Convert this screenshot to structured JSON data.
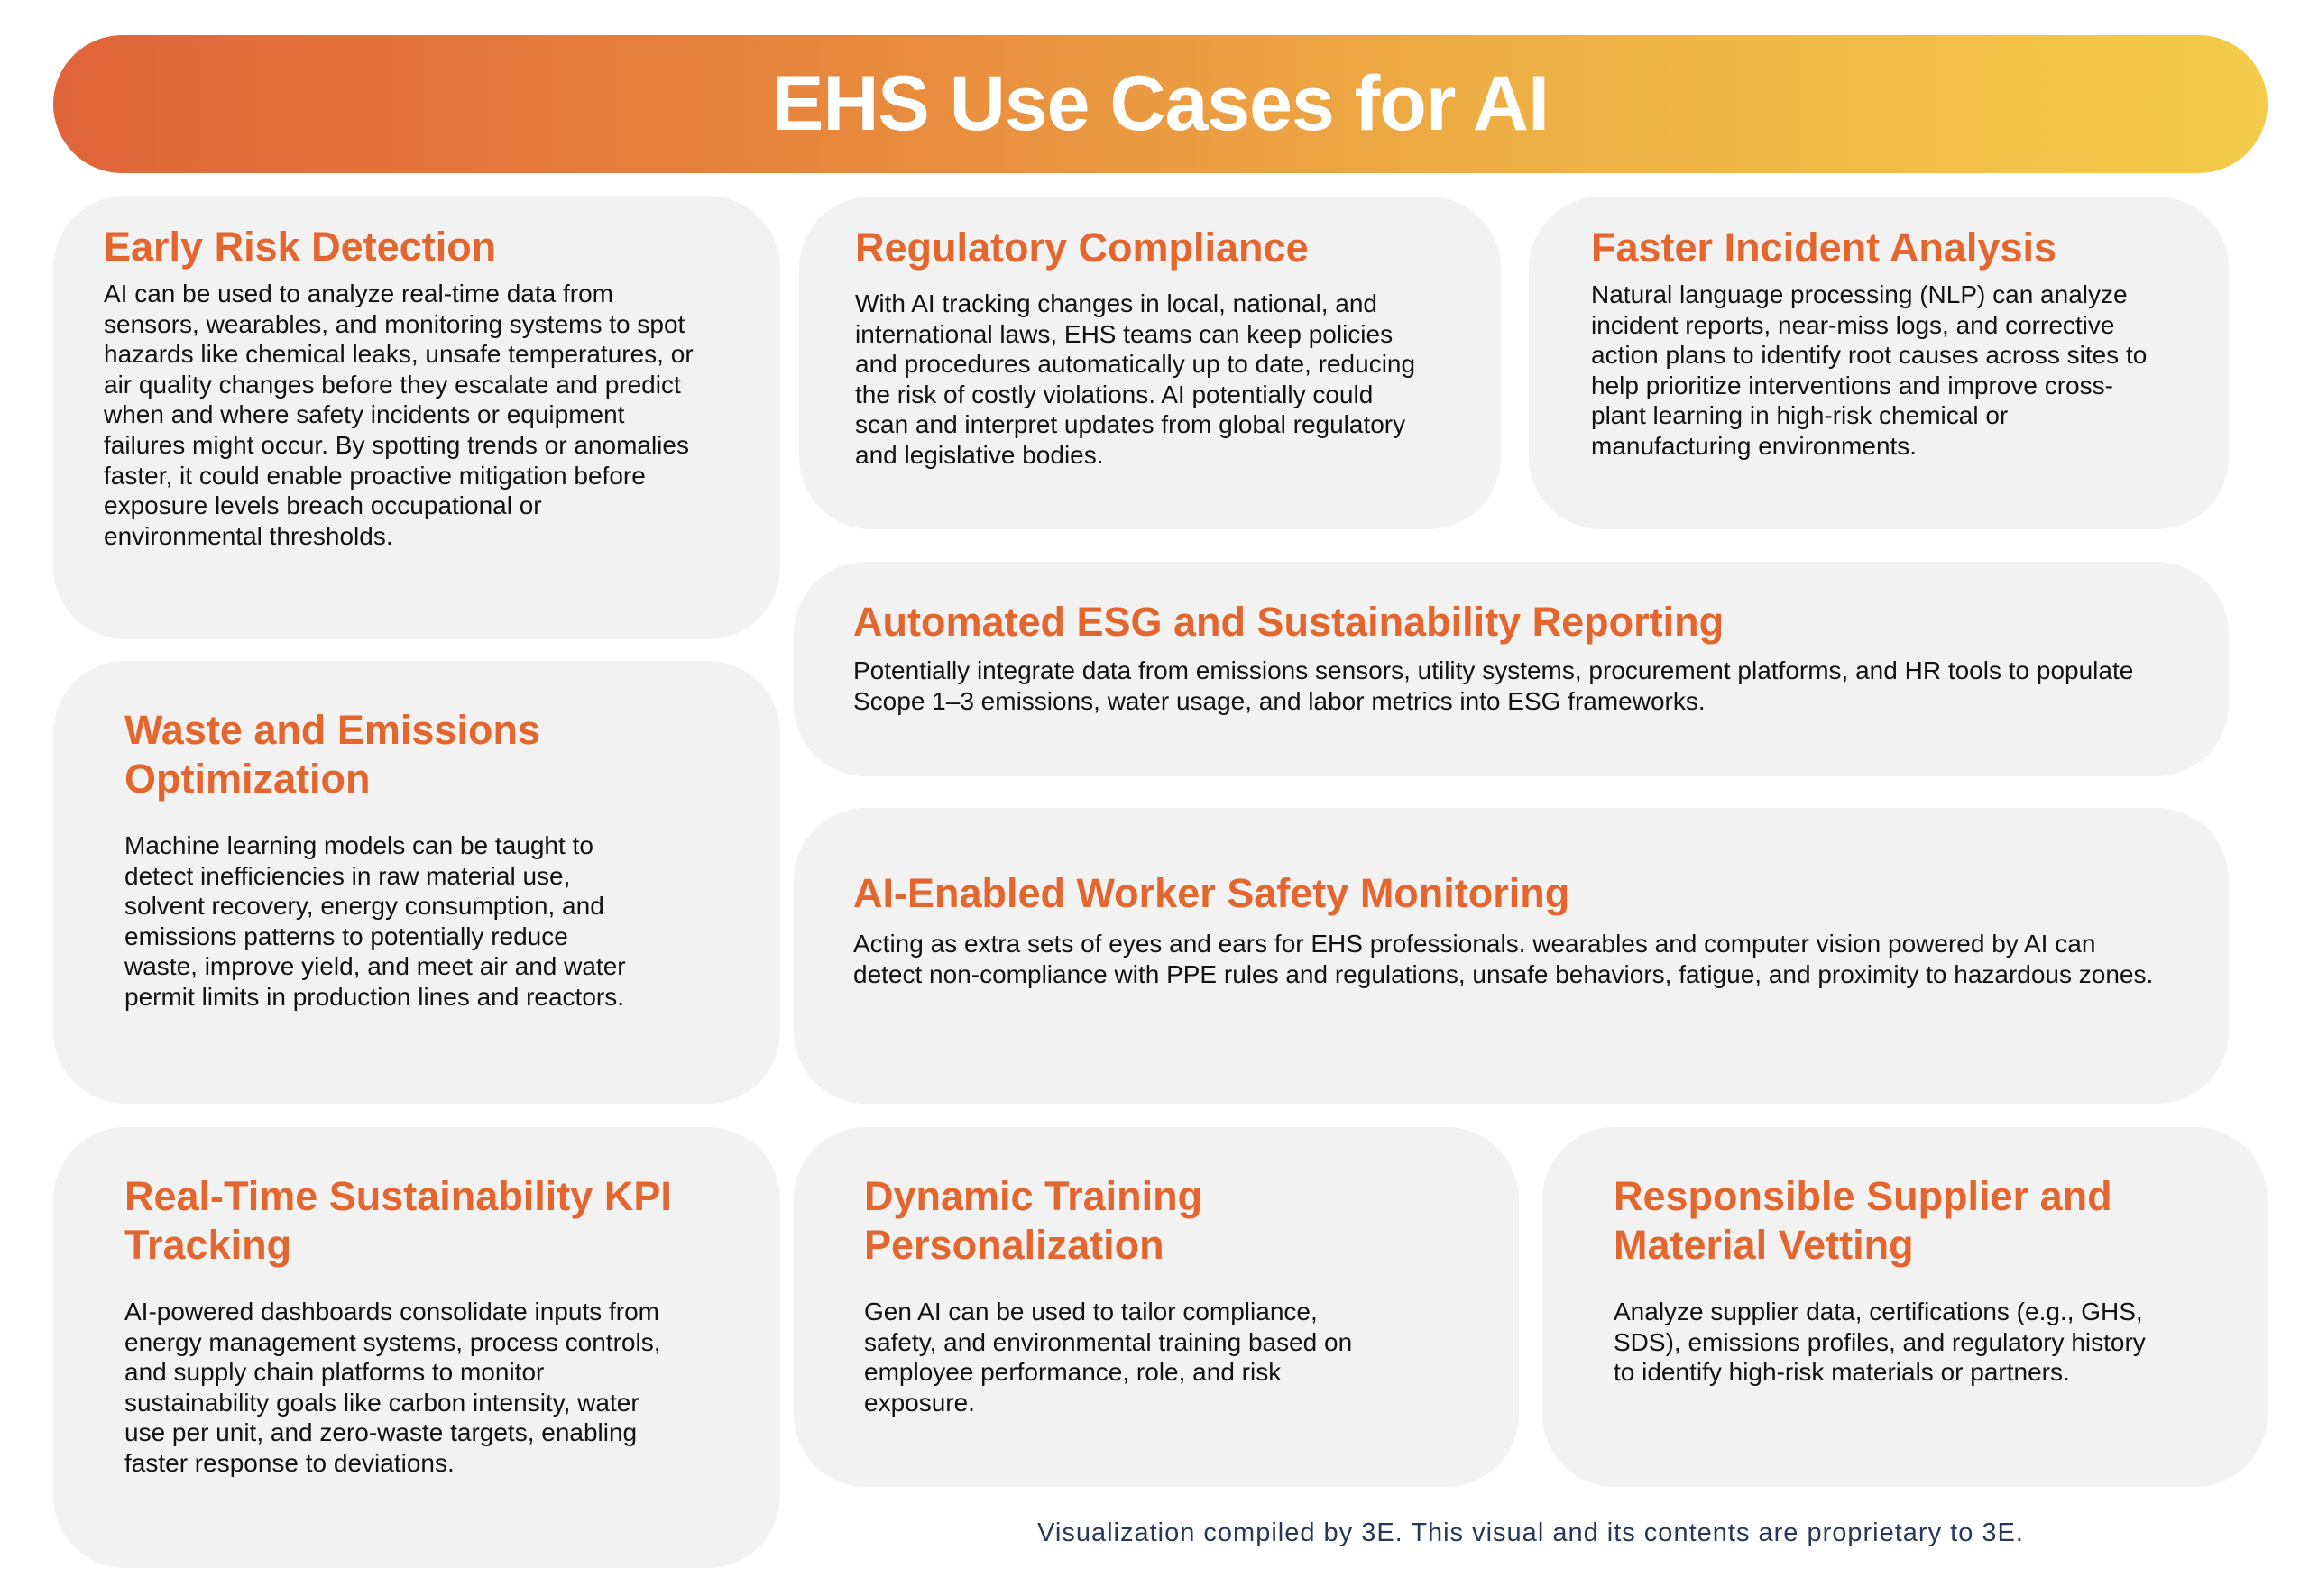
{
  "header": {
    "title": "EHS Use Cases for AI"
  },
  "cards": [
    {
      "title": "Early Risk Detection",
      "body": "AI can be used to analyze real-time data from sensors, wearables, and monitoring systems to spot hazards like chemical leaks, unsafe temperatures, or air quality changes before they escalate and predict when and where safety incidents or equipment failures might occur. By spotting trends or anomalies faster, it could enable proactive mitigation before exposure levels breach occupational or environmental thresholds."
    },
    {
      "title": "Regulatory Compliance",
      "body": "With AI tracking changes in local, national, and international laws, EHS teams can keep policies and procedures automatically up to date, reducing the risk of costly violations. AI potentially could scan and interpret updates from global regulatory and legislative bodies."
    },
    {
      "title": "Faster Incident Analysis",
      "body": "Natural language processing (NLP) can analyze incident reports, near-miss logs, and corrective action plans to identify root causes across sites to help prioritize interventions and improve cross-plant learning in high-risk chemical or manufacturing environments."
    },
    {
      "title": "Automated ESG and Sustainability Reporting",
      "body": "Potentially integrate data from emissions sensors, utility systems, procurement platforms, and HR tools to populate Scope 1–3 emissions, water usage, and labor metrics into ESG frameworks."
    },
    {
      "title": "Waste and Emissions Optimization",
      "body": "Machine learning models can be taught to detect inefficiencies in raw material use, solvent recovery, energy consumption, and emissions patterns to potentially reduce waste, improve yield, and meet air and water permit limits in production lines and reactors."
    },
    {
      "title": "AI-Enabled Worker Safety Monitoring",
      "body": "Acting as extra sets of eyes and ears for EHS professionals. wearables and computer vision powered by AI can detect non-compliance with PPE rules and regulations, unsafe behaviors, fatigue, and proximity to hazardous zones."
    },
    {
      "title": "Real-Time Sustainability KPI Tracking",
      "body": "AI-powered dashboards consolidate inputs from energy management systems, process controls, and supply chain platforms to monitor sustainability goals like carbon intensity, water use per unit, and zero-waste targets, enabling faster response to deviations."
    },
    {
      "title": "Dynamic Training Personalization",
      "body": "Gen AI can be used to tailor compliance, safety, and environmental training based on employee performance, role, and risk exposure."
    },
    {
      "title": "Responsible Supplier and Material Vetting",
      "body": "Analyze supplier data, certifications (e.g., GHS, SDS), emissions profiles, and regulatory history to identify high-risk materials or partners."
    }
  ],
  "footer": {
    "text": "Visualization compiled by 3E. This visual and its contents are proprietary to 3E."
  },
  "colors": {
    "heading": "#e4662f",
    "card_bg": "#f2f2f2",
    "gradient_start": "#e0643a",
    "gradient_end": "#f4cb4a"
  }
}
